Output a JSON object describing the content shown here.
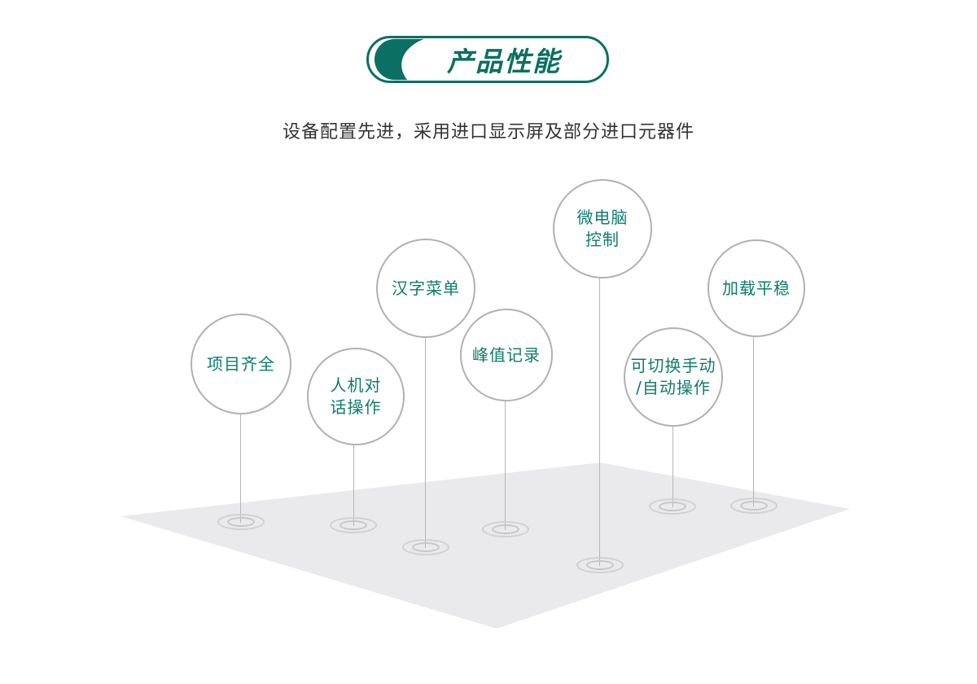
{
  "header": {
    "title": "产品性能"
  },
  "subtitle": "设备配置先进，采用进口显示屏及部分进口元器件",
  "features": [
    {
      "label": "项目齐全"
    },
    {
      "label": "人机对\n话操作"
    },
    {
      "label": "汉字菜单"
    },
    {
      "label": "峰值记录"
    },
    {
      "label": "微电脑\n控制"
    },
    {
      "label": "可切换手动\n/自动操作"
    },
    {
      "label": "加载平稳"
    }
  ],
  "colors": {
    "accent": "#0b7063",
    "feature_text": "#0e7c6e",
    "circle_border": "#b1b1b3",
    "ground": "#eaeaec"
  }
}
